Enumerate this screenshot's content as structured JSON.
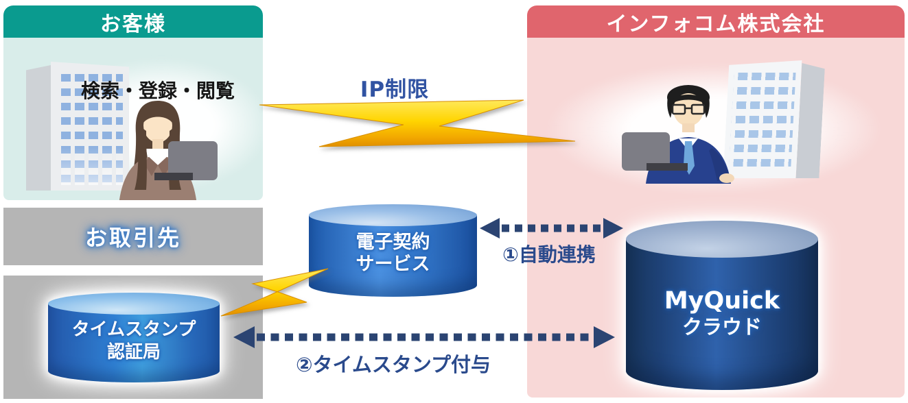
{
  "panels": {
    "customer": {
      "title": "お客様",
      "action_text": "検索・登録・閲覧",
      "header_color": "#0a9b8f",
      "body_color": "#d9edea"
    },
    "partner": {
      "title": "お取引先",
      "bar_color": "#b5b5b5"
    },
    "timestamp_authority": {
      "panel_color": "#b5b5b5"
    },
    "infocom": {
      "title": "インフォコム株式会社",
      "header_color": "#e0656d",
      "body_color": "#f8d8d7"
    }
  },
  "cylinders": {
    "econtract": {
      "line1": "電子契約",
      "line2": "サービス",
      "color": "#2f6fc0"
    },
    "myquick": {
      "line1": "MyQuick",
      "line2": "クラウド",
      "color": "#1d3f74"
    },
    "timestamp": {
      "line1": "タイムスタンプ",
      "line2": "認証局",
      "color": "#2f7fd2"
    }
  },
  "connections": {
    "ip_restriction": {
      "label": "IP制限",
      "type": "lightning-bolt",
      "label_color": "#3153a2"
    },
    "auto_link": {
      "label": "①自動連携",
      "type": "dashed-double-arrow",
      "color": "#2b4472"
    },
    "timestamp_grant": {
      "label": "②タイムスタンプ付与",
      "type": "dashed-double-arrow",
      "color": "#2b4472"
    },
    "timestamp_bolt": {
      "type": "lightning-bolt"
    }
  },
  "icons": {
    "office_building": "building-with-blue-windows",
    "woman_user": "woman-at-laptop",
    "man_user": "man-with-glasses-at-laptop",
    "laptop": "gray-laptop",
    "lightning_bolt": "yellow-zigzag-bolt",
    "database_cylinder": "blue-3d-cylinder"
  },
  "accent_colors": {
    "lightning_yellow": "#ffd400",
    "arrow_navy": "#2b4472",
    "label_navy": "#2a4a8c"
  }
}
